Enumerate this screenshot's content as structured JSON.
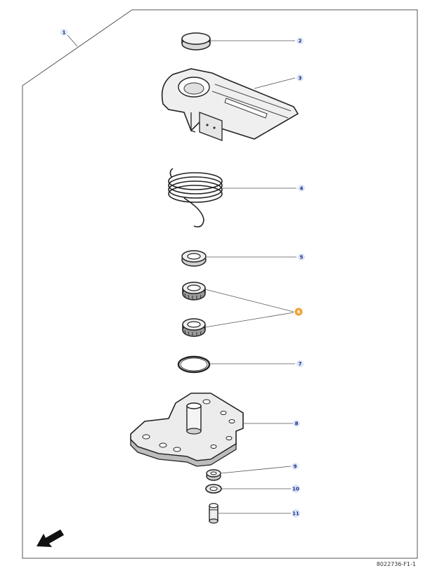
{
  "diagram": {
    "reference_code": "8022736-F1-1",
    "highlight_color": "#f0a030",
    "callout_color": "#dde6f6",
    "callout_text_color": "#1a2a8a",
    "callouts": [
      {
        "id": "1",
        "label": "1",
        "part": "assembly-frame"
      },
      {
        "id": "2",
        "label": "2",
        "part": "cap"
      },
      {
        "id": "3",
        "label": "3",
        "part": "housing"
      },
      {
        "id": "4",
        "label": "4",
        "part": "torsion-spring"
      },
      {
        "id": "5",
        "label": "5",
        "part": "seal-ring"
      },
      {
        "id": "6",
        "label": "6",
        "part": "tapered-roller-bearings",
        "highlighted": true
      },
      {
        "id": "7",
        "label": "7",
        "part": "o-ring"
      },
      {
        "id": "8",
        "label": "8",
        "part": "base-plate"
      },
      {
        "id": "9",
        "label": "9",
        "part": "nut"
      },
      {
        "id": "10",
        "label": "10",
        "part": "washer"
      },
      {
        "id": "11",
        "label": "11",
        "part": "pin"
      }
    ],
    "icons": {
      "direction": "arrow-down-left-icon"
    }
  }
}
